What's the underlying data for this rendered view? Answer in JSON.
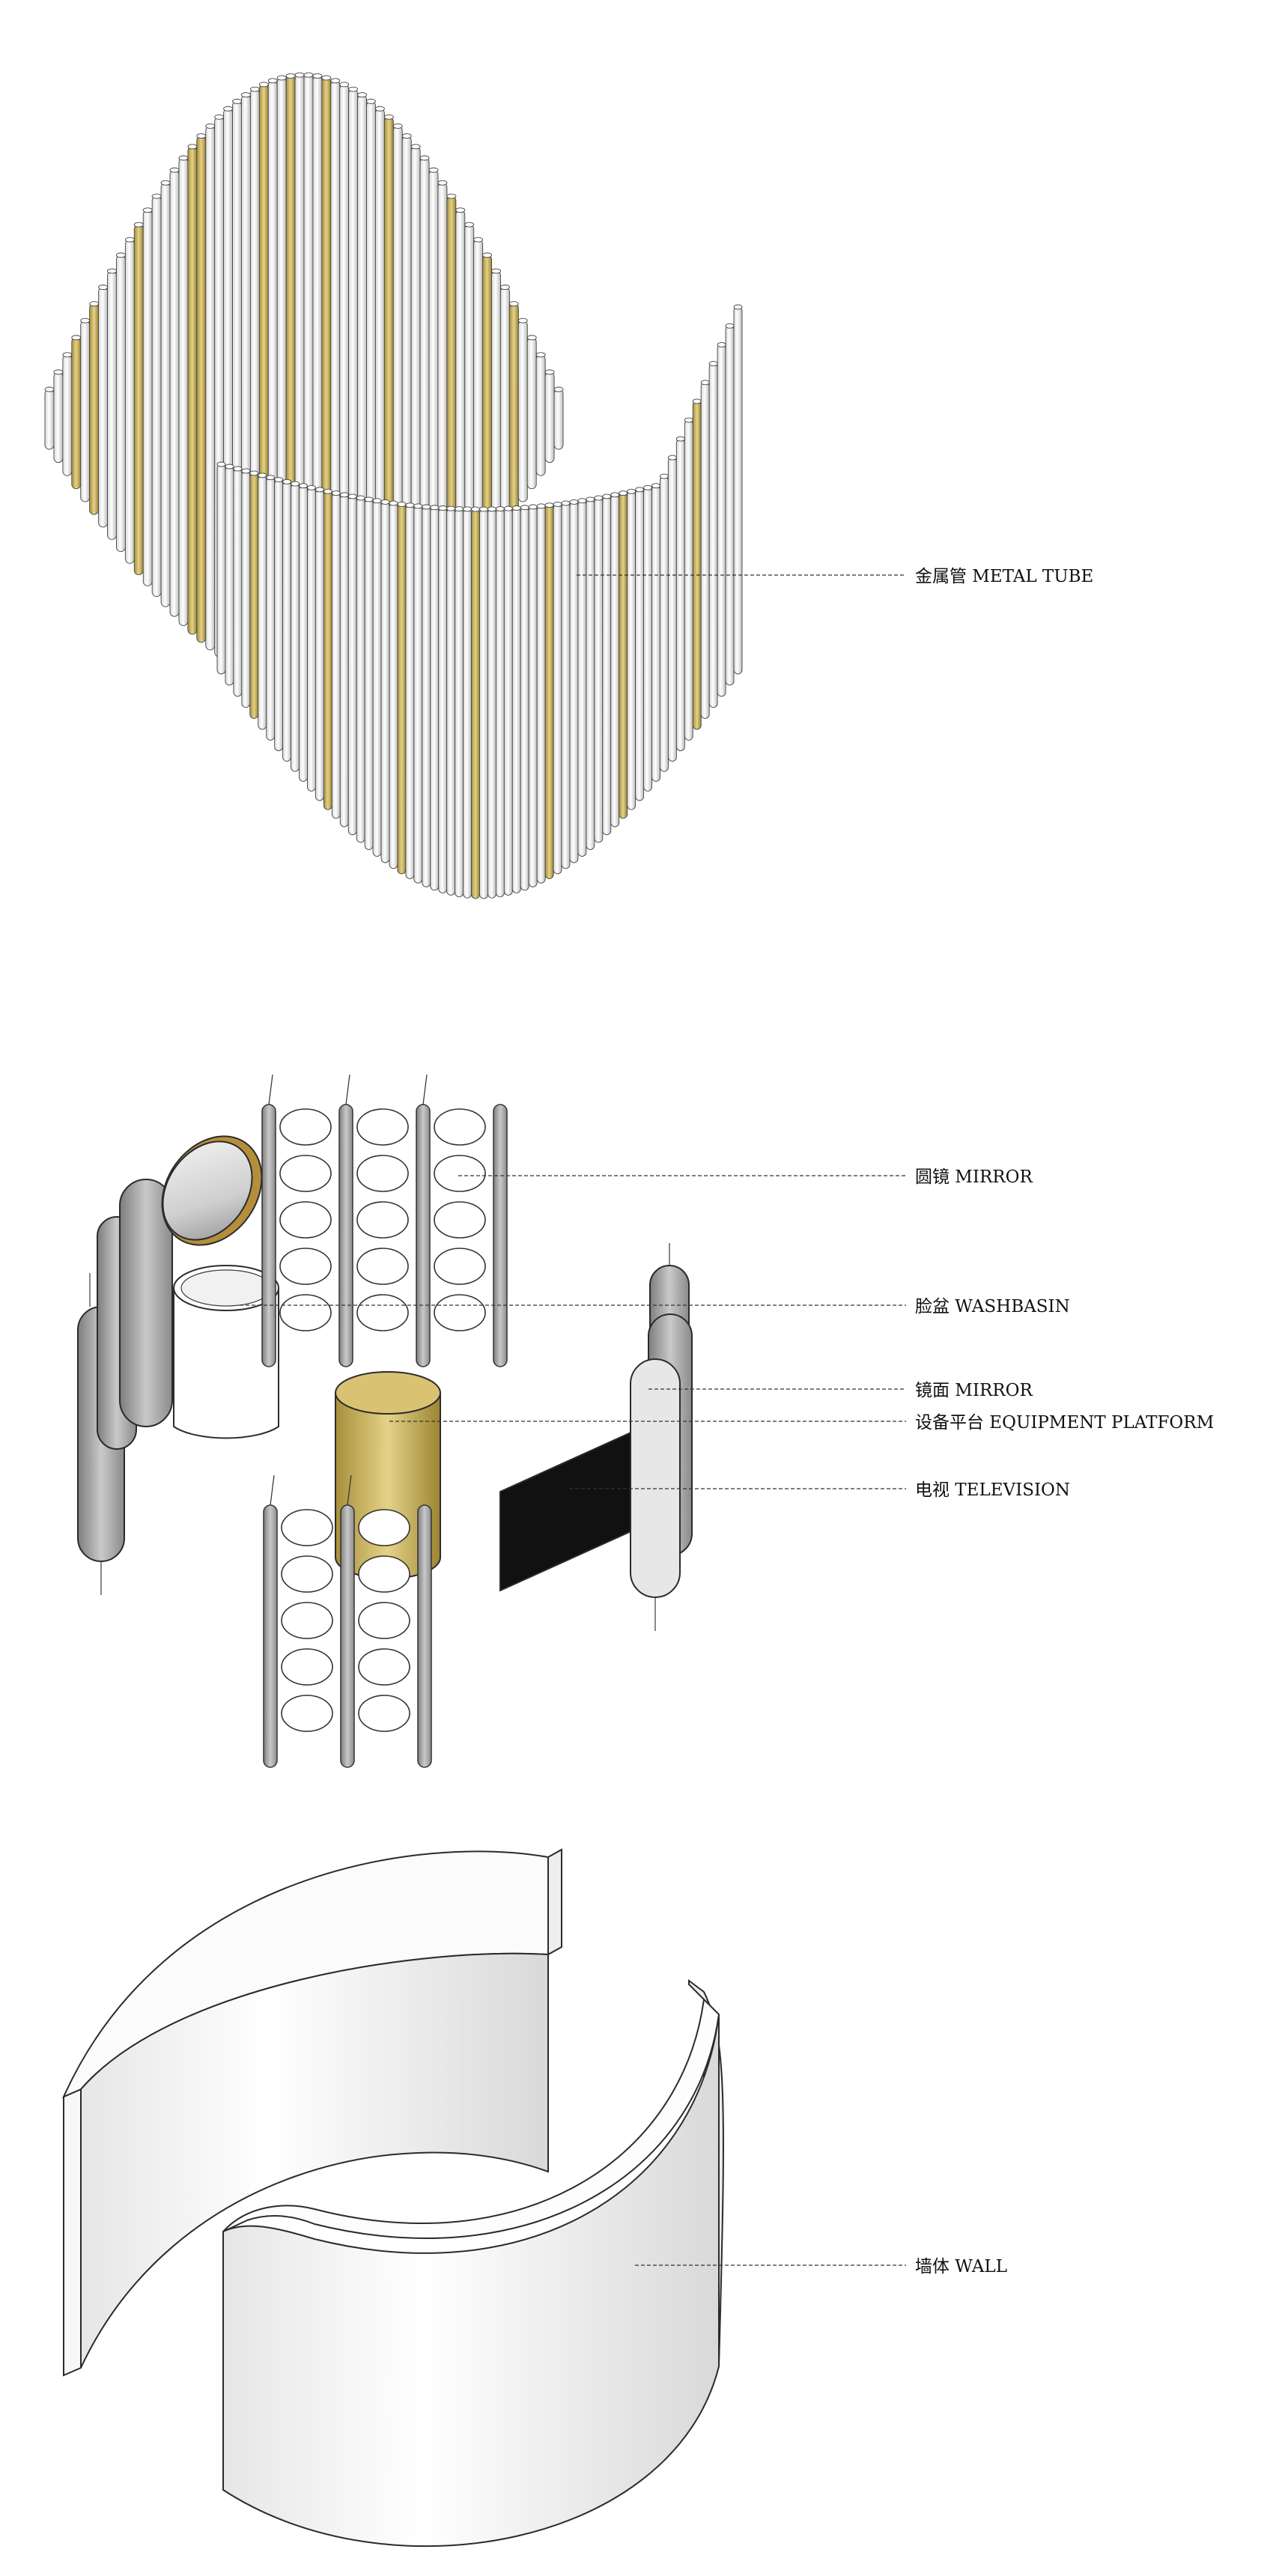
{
  "labels": {
    "metal_tube": "金属管 METAL TUBE",
    "round_mirror": "圆镜 MIRROR",
    "washbasin": "脸盆 WASHBASIN",
    "mirror_panel": "镜面 MIRROR",
    "equipment_platform": "设备平台 EQUIPMENT PLATFORM",
    "television": "电视 TELEVISION",
    "wall": "墙体 WALL"
  },
  "colors": {
    "tube_white": "#f2f2f2",
    "tube_gold": "#c9b25a",
    "panel_grey": "#9a9a9a",
    "wall_white": "#f4f4f4",
    "tv_black": "#111111",
    "line": "#2b2b2b"
  }
}
